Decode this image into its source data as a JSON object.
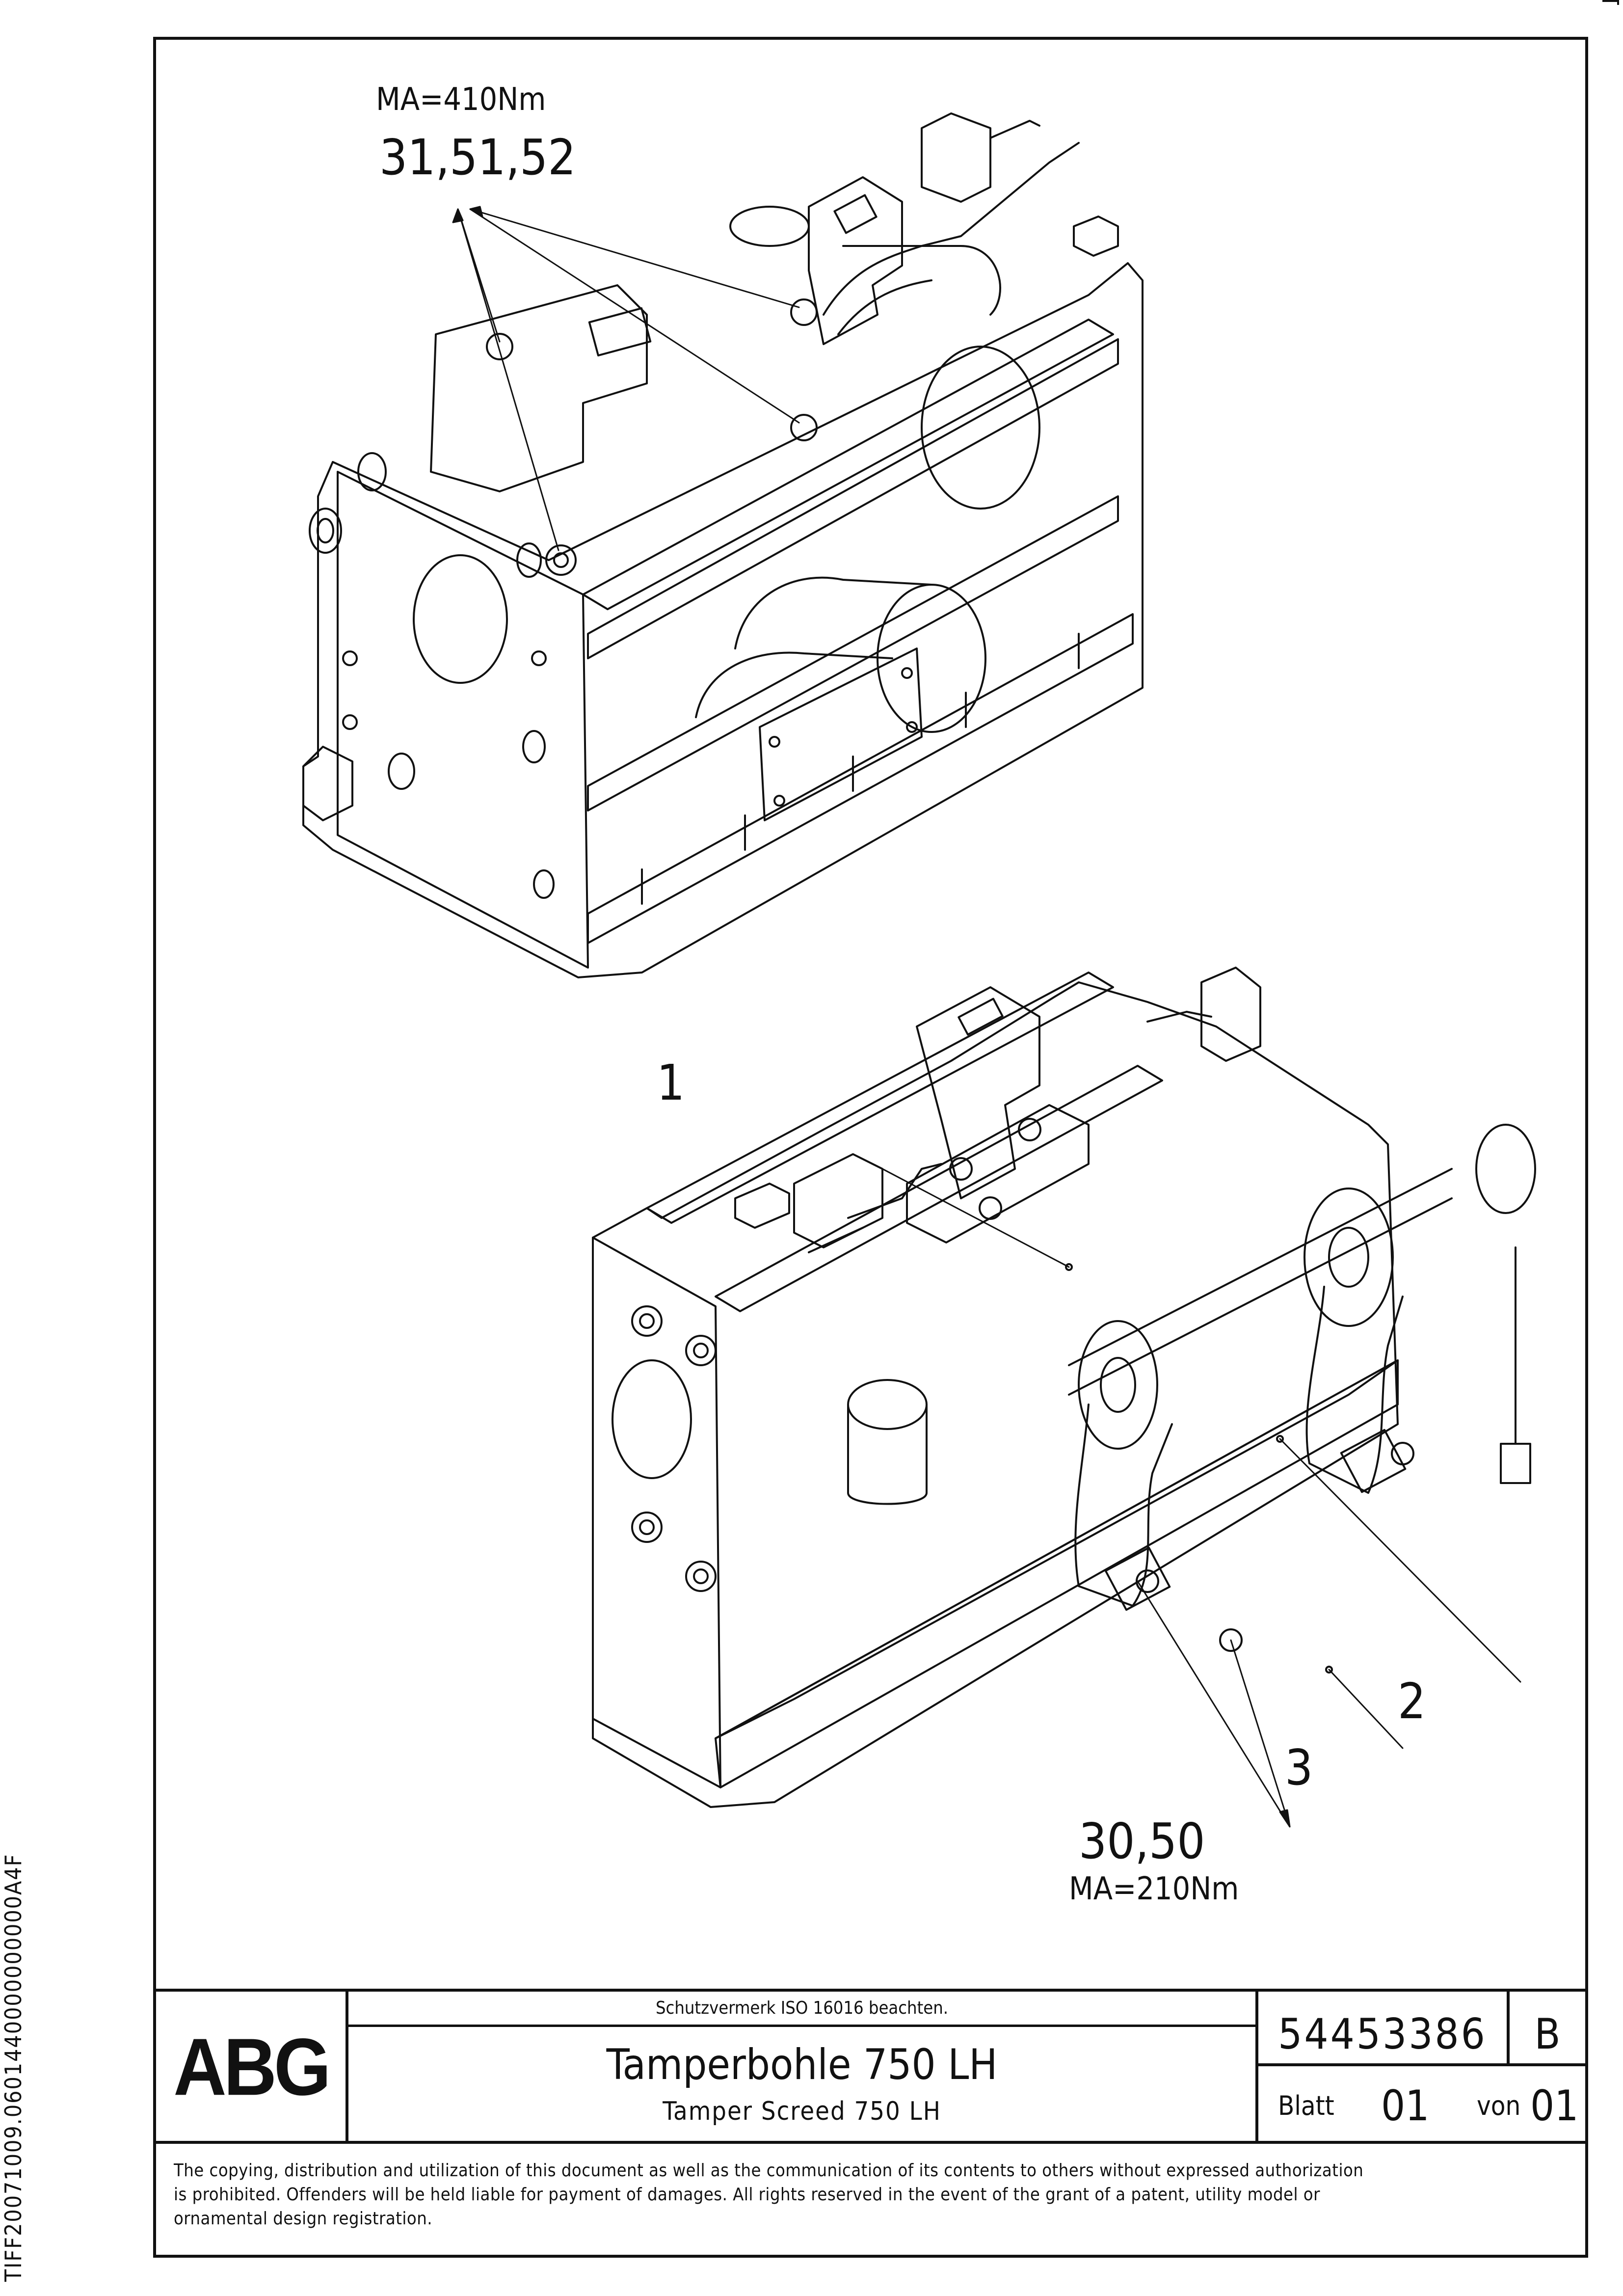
{
  "callouts": {
    "torque_top": "MA=410Nm",
    "parts_top": "31,51,52",
    "item_1": "1",
    "item_2": "2",
    "item_3": "3",
    "parts_bottom": "30,50",
    "torque_bottom": "MA=210Nm"
  },
  "title_block": {
    "logo": "ABG",
    "protection_notice": "Schutzvermerk ISO 16016 beachten.",
    "title_de": "Tamperbohle 750 LH",
    "title_en": "Tamper Screed 750 LH",
    "drawing_number": "54453386",
    "revision": "B",
    "sheet_label": "Blatt",
    "sheet_number": "01",
    "of_label": "von",
    "sheet_total": "01"
  },
  "legal_notice": {
    "line1": "The copying, distribution and utilization of this document as well as the communication of its contents to others without expressed authorization",
    "line2": "is prohibited. Offenders will be held liable for payment of damages. All rights reserved in the event of the grant of a patent, utility model or",
    "line3": "ornamental design registration."
  },
  "side_code": "TIFF20071009.0601440000000000A4F",
  "colors": {
    "line": "#111111",
    "paper": "#ffffff"
  }
}
